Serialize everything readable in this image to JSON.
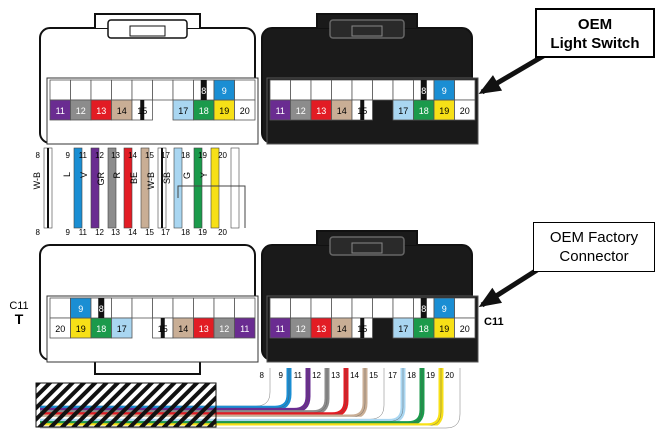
{
  "callouts": {
    "light_switch_line1": "OEM",
    "light_switch_line2": "Light Switch",
    "factory_line1": "OEM Factory",
    "factory_line2": "Connector"
  },
  "labels": {
    "c11_left": "C11",
    "c11_left_t": "T",
    "c11_right": "C11"
  },
  "colors": {
    "purple": "#6a2c91",
    "gray": "#8c8c8c",
    "red": "#e21c24",
    "tan": "#c9ae95",
    "white": "#ffffff",
    "lightblue": "#a9d6f1",
    "green": "#1b9a4b",
    "yellow": "#f7e017",
    "blue": "#1a8ed3",
    "black": "#111111"
  },
  "top_left_connector": {
    "pins": [
      {
        "num": "11",
        "color": "purple"
      },
      {
        "num": "12",
        "color": "gray"
      },
      {
        "num": "13",
        "color": "red"
      },
      {
        "num": "14",
        "color": "tan"
      },
      {
        "num": "15",
        "color": "white"
      },
      {
        "num": "17",
        "color": "lightblue"
      },
      {
        "num": "18",
        "color": "green"
      },
      {
        "num": "19",
        "color": "yellow"
      },
      {
        "num": "20",
        "color": "white"
      }
    ],
    "upper_pins": [
      {
        "num": "8",
        "color": "black"
      },
      {
        "num": "9",
        "color": "blue"
      }
    ]
  },
  "top_right_connector": {
    "pins": [
      {
        "num": "11",
        "color": "purple"
      },
      {
        "num": "12",
        "color": "gray"
      },
      {
        "num": "13",
        "color": "red"
      },
      {
        "num": "14",
        "color": "tan"
      },
      {
        "num": "15",
        "color": "white"
      },
      {
        "num": "17",
        "color": "lightblue"
      },
      {
        "num": "18",
        "color": "green"
      },
      {
        "num": "19",
        "color": "yellow"
      },
      {
        "num": "20",
        "color": "white"
      }
    ],
    "upper_pins": [
      {
        "num": "8",
        "color": "black"
      },
      {
        "num": "9",
        "color": "blue"
      }
    ]
  },
  "bottom_left_connector": {
    "pins": [
      {
        "num": "20",
        "color": "white"
      },
      {
        "num": "19",
        "color": "yellow"
      },
      {
        "num": "18",
        "color": "green"
      },
      {
        "num": "17",
        "color": "lightblue"
      },
      {
        "num": "15",
        "color": "white"
      },
      {
        "num": "14",
        "color": "tan"
      },
      {
        "num": "13",
        "color": "red"
      },
      {
        "num": "12",
        "color": "gray"
      },
      {
        "num": "11",
        "color": "purple"
      }
    ],
    "upper_pins": [
      {
        "num": "9",
        "color": "blue"
      },
      {
        "num": "8",
        "color": "black"
      }
    ]
  },
  "bottom_right_connector": {
    "pins": [
      {
        "num": "11",
        "color": "purple"
      },
      {
        "num": "12",
        "color": "gray"
      },
      {
        "num": "13",
        "color": "red"
      },
      {
        "num": "14",
        "color": "tan"
      },
      {
        "num": "15",
        "color": "white"
      },
      {
        "num": "17",
        "color": "lightblue"
      },
      {
        "num": "18",
        "color": "green"
      },
      {
        "num": "19",
        "color": "yellow"
      },
      {
        "num": "20",
        "color": "white"
      }
    ],
    "upper_pins": [
      {
        "num": "8",
        "color": "black"
      },
      {
        "num": "9",
        "color": "blue"
      }
    ]
  },
  "harness_wires": [
    {
      "pin": "8",
      "code": "W-B",
      "color": "white",
      "stripe": "black"
    },
    {
      "pin": "9",
      "code": "L",
      "color": "blue"
    },
    {
      "pin": "11",
      "code": "V",
      "color": "purple"
    },
    {
      "pin": "12",
      "code": "GR",
      "color": "gray"
    },
    {
      "pin": "13",
      "code": "R",
      "color": "red"
    },
    {
      "pin": "14",
      "code": "BE",
      "color": "tan"
    },
    {
      "pin": "15",
      "code": "W-B",
      "color": "white",
      "stripe": "black"
    },
    {
      "pin": "17",
      "code": "SB",
      "color": "lightblue"
    },
    {
      "pin": "18",
      "code": "G",
      "color": "green"
    },
    {
      "pin": "19",
      "code": "Y",
      "color": "yellow"
    },
    {
      "pin": "20",
      "code": "",
      "color": "white"
    }
  ],
  "tail_wires": [
    {
      "pin": "8",
      "color": "white"
    },
    {
      "pin": "9",
      "color": "blue"
    },
    {
      "pin": "11",
      "color": "purple"
    },
    {
      "pin": "12",
      "color": "gray"
    },
    {
      "pin": "13",
      "color": "red"
    },
    {
      "pin": "14",
      "color": "tan"
    },
    {
      "pin": "15",
      "color": "white"
    },
    {
      "pin": "17",
      "color": "lightblue"
    },
    {
      "pin": "18",
      "color": "green"
    },
    {
      "pin": "19",
      "color": "yellow"
    },
    {
      "pin": "20",
      "color": "white"
    }
  ]
}
